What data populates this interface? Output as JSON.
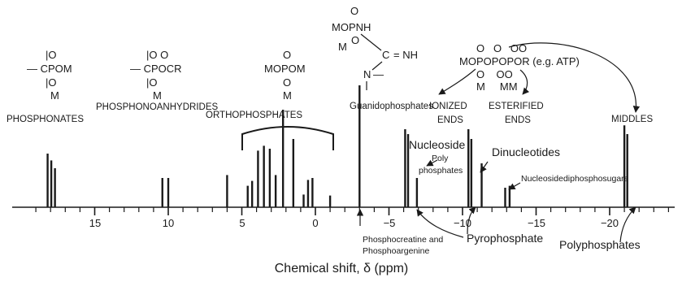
{
  "axis": {
    "xlabel": "Chemical shift, δ (ppm)",
    "ticks": [
      "15",
      "10",
      "5",
      "0",
      "−5",
      "−10",
      "−15",
      "−20"
    ],
    "xlim": [
      19.5,
      -24.3
    ]
  },
  "structures": {
    "phosphonates": [
      "|O",
      "— CPOM",
      "|O",
      "M"
    ],
    "phosphonoanhydrides": [
      "|O   O",
      "— CPOCR",
      "|O",
      "M"
    ],
    "orthophosphates": [
      "O",
      "MOPOM",
      "O",
      "M"
    ],
    "guanidophosphates": [
      "O",
      "MOPNH",
      "M",
      "O",
      "C",
      "= NH",
      "N",
      "—"
    ],
    "atp": [
      "O   O   OO",
      "MOPOPOPOR (e.g. ATP)",
      "O    OO",
      "M     MM"
    ]
  },
  "labels": {
    "phosphonates": "PHOSPHONATES",
    "phosphonoanhydrides": "PHOSPHONOANHYDRIDES",
    "orthophosphates": "ORTHOPHOSPHATES",
    "guanidophosphates": "Guanidophosphates",
    "ionized_ends": [
      "IONIZED",
      "ENDS"
    ],
    "esterified_ends": [
      "ESTERIFIED",
      "ENDS"
    ],
    "middles": "MIDDLES",
    "nucleoside": "Nucleoside",
    "polyphosphates_small": [
      "Poly",
      "phosphates"
    ],
    "dinucleotides": "Dinucleotides",
    "nucleosidediphosphosugars": "Nucleosidediphosphosugars",
    "phosphocreatine": [
      "Phosphocreatine and",
      "Phosphoargenine"
    ],
    "pyrophosphate": "Pyrophosphate",
    "polyphosphates": "Polyphosphates"
  },
  "spectrum": {
    "peaks": [
      {
        "shift": 18.2,
        "height": 0.55
      },
      {
        "shift": 17.95,
        "height": 0.48
      },
      {
        "shift": 17.7,
        "height": 0.4
      },
      {
        "shift": 10.4,
        "height": 0.3
      },
      {
        "shift": 10.0,
        "height": 0.3
      },
      {
        "shift": 6.0,
        "height": 0.33
      },
      {
        "shift": 4.6,
        "height": 0.22
      },
      {
        "shift": 4.3,
        "height": 0.27
      },
      {
        "shift": 3.9,
        "height": 0.58
      },
      {
        "shift": 3.5,
        "height": 0.63
      },
      {
        "shift": 3.1,
        "height": 0.6
      },
      {
        "shift": 2.7,
        "height": 0.33
      },
      {
        "shift": 2.2,
        "height": 1.0
      },
      {
        "shift": 1.5,
        "height": 0.7
      },
      {
        "shift": 0.8,
        "height": 0.13
      },
      {
        "shift": 0.5,
        "height": 0.28
      },
      {
        "shift": 0.2,
        "height": 0.3
      },
      {
        "shift": -1.0,
        "height": 0.12
      },
      {
        "shift": -3.0,
        "height": 1.25
      },
      {
        "shift": -6.1,
        "height": 0.8
      },
      {
        "shift": -6.3,
        "height": 0.75
      },
      {
        "shift": -6.9,
        "height": 0.3
      },
      {
        "shift": -10.4,
        "height": 0.8
      },
      {
        "shift": -10.6,
        "height": 0.7
      },
      {
        "shift": -11.3,
        "height": 0.45
      },
      {
        "shift": -12.9,
        "height": 0.2
      },
      {
        "shift": -13.2,
        "height": 0.22
      },
      {
        "shift": -21.0,
        "height": 0.84
      },
      {
        "shift": -21.2,
        "height": 0.75
      }
    ]
  }
}
